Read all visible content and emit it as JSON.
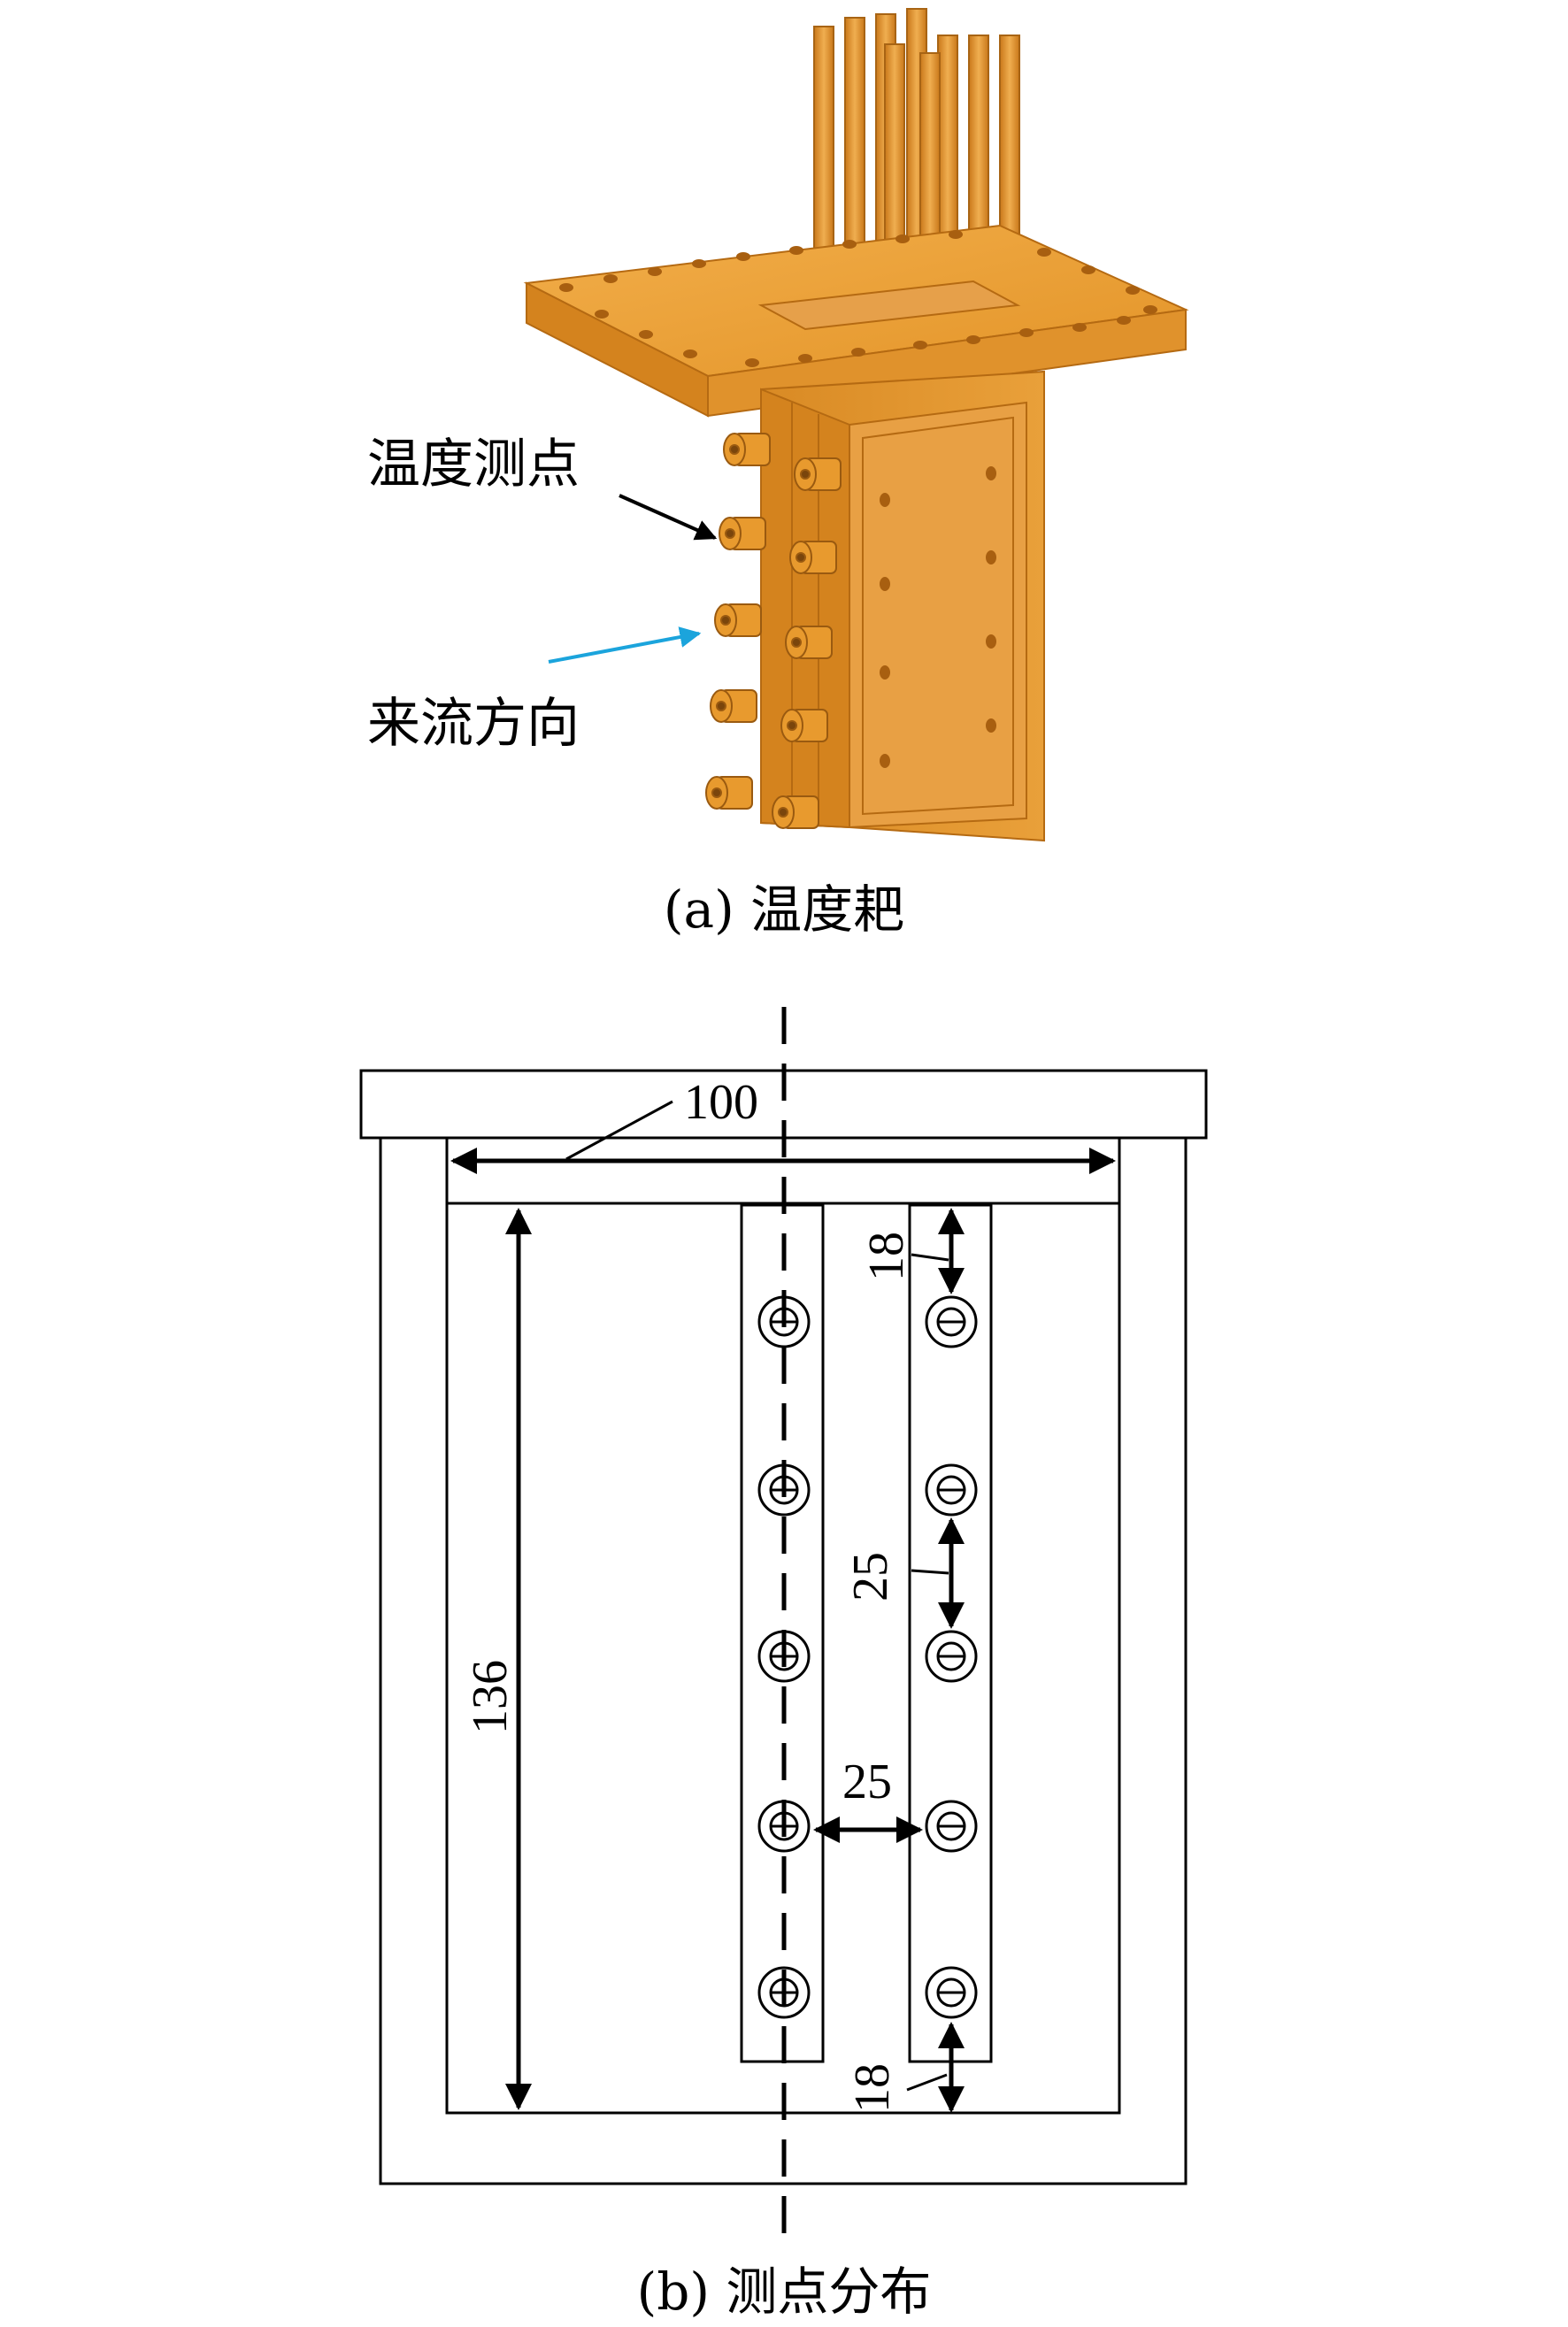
{
  "panel_a": {
    "caption": "(a) 温度耙",
    "label_measure_point": "温度测点",
    "label_flow_direction": "来流方向"
  },
  "panel_b": {
    "caption": "(b) 测点分布",
    "dimensions": {
      "width_total": "100",
      "height_total": "136",
      "top_offset": "18",
      "point_spacing": "25",
      "column_spacing": "25",
      "bottom_offset": "18"
    }
  },
  "colors": {
    "model_orange": "#E89A2E",
    "model_dark": "#C77A1C",
    "arrow_black": "#000000",
    "arrow_blue": "#1BA4DC"
  }
}
